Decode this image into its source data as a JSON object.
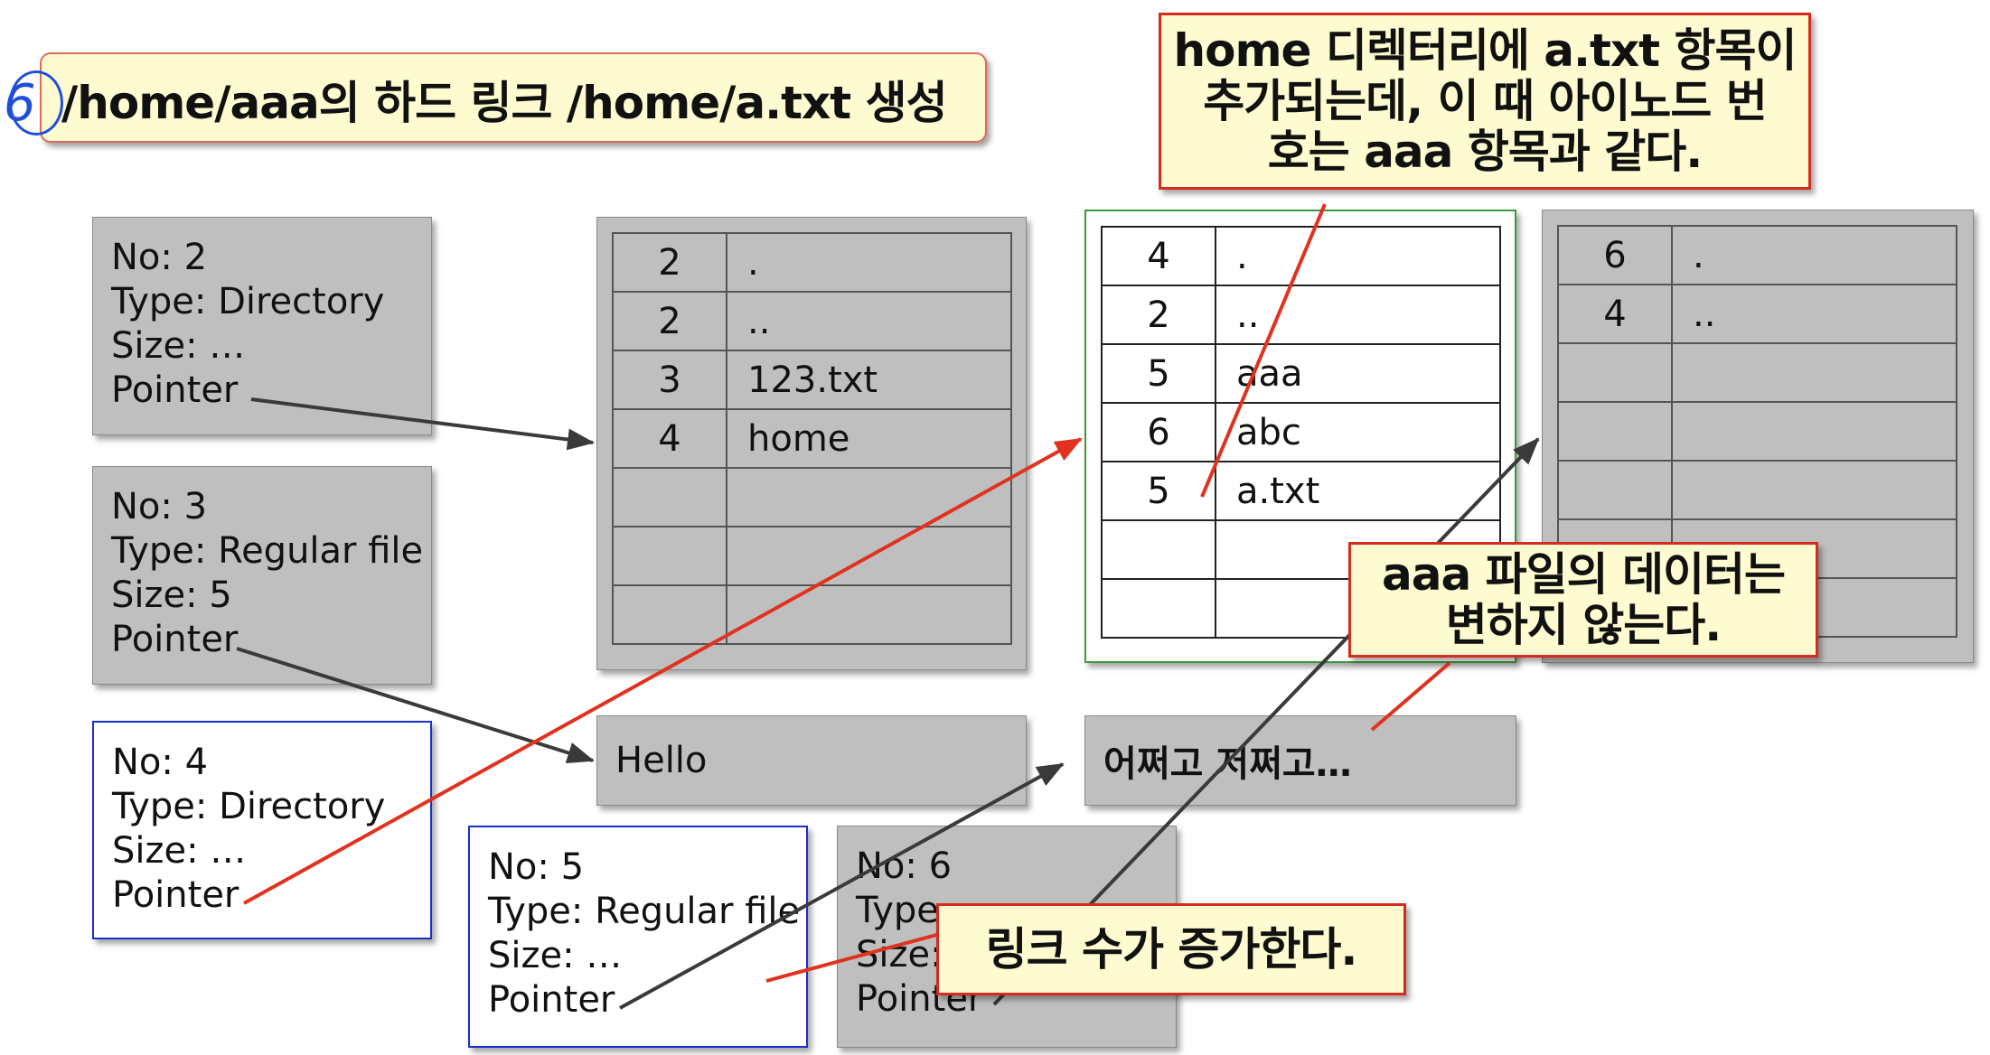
{
  "title": {
    "number": "6",
    "text": "/home/aaa의 하드 링크 /home/a.txt 생성"
  },
  "inodes": [
    {
      "lines": [
        "No: 2",
        "Type: Directory",
        "Size: …",
        "Pointer"
      ]
    },
    {
      "lines": [
        "No: 3",
        "Type: Regular file",
        "Size: 5",
        "Pointer"
      ]
    },
    {
      "lines": [
        "No: 4",
        "Type: Directory",
        "Size: …",
        "Pointer"
      ]
    },
    {
      "lines": [
        "No: 5",
        "Type: Regular file",
        "Size: …",
        "Pointer"
      ]
    },
    {
      "lines": [
        "No: 6",
        "Type",
        "Size:",
        "Pointer"
      ]
    }
  ],
  "dir_blocks": {
    "root": [
      [
        "2",
        "."
      ],
      [
        "2",
        ".."
      ],
      [
        "3",
        "123.txt"
      ],
      [
        "4",
        "home"
      ],
      [
        "",
        ""
      ],
      [
        "",
        ""
      ],
      [
        "",
        ""
      ]
    ],
    "home": [
      [
        "4",
        "."
      ],
      [
        "2",
        ".."
      ],
      [
        "5",
        "aaa"
      ],
      [
        "6",
        "abc"
      ],
      [
        "5",
        "a.txt"
      ],
      [
        "",
        ""
      ],
      [
        "",
        ""
      ]
    ],
    "abc": [
      [
        "6",
        "."
      ],
      [
        "4",
        ".."
      ],
      [
        "",
        ""
      ],
      [
        "",
        ""
      ],
      [
        "",
        ""
      ],
      [
        "",
        ""
      ],
      [
        "",
        ""
      ]
    ]
  },
  "data_blocks": {
    "hello": "Hello",
    "aaa_data": "어쩌고 저쩌고…"
  },
  "callouts": {
    "home_entry": [
      "home 디렉터리에 a.txt 항목이",
      "추가되는데, 이 때 아이노드 번",
      "호는 aaa 항목과 같다."
    ],
    "data_unchanged": [
      "aaa 파일의 데이터는",
      "변하지 않는다."
    ],
    "link_count": [
      "링크 수가 증가한다."
    ]
  },
  "colors": {
    "red_arrow": "#e0321f",
    "dark_arrow": "#3a3a3a",
    "callout_border": "#d62b1e",
    "callout_fill": "#fffbd0"
  }
}
